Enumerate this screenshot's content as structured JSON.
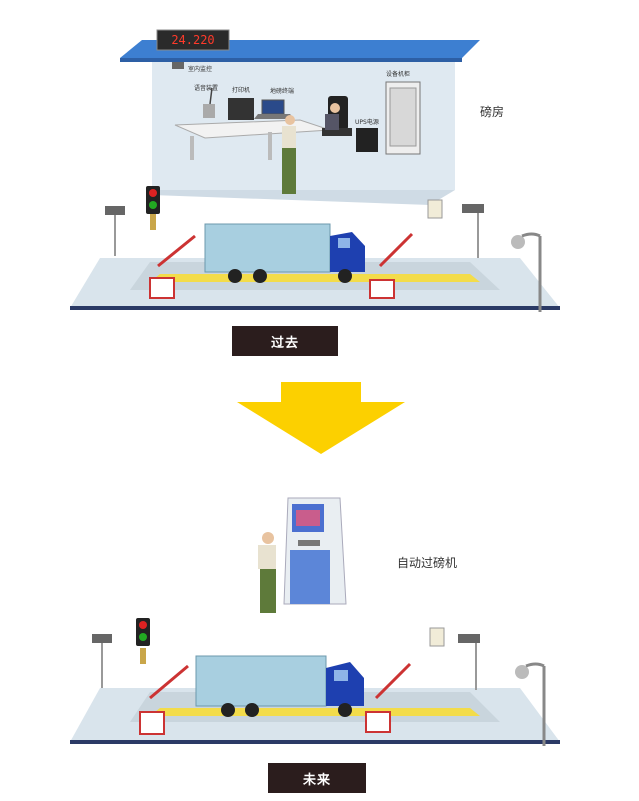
{
  "past": {
    "display_value": "24.220",
    "room_label": "磅房",
    "caption": "过去",
    "equipment": {
      "indoor_monitor": "室内监控",
      "printer": "打印机",
      "voice_device": "语音装置",
      "terminal": "地磅终端",
      "cabinet": "设备机柜",
      "ups": "UPS电源"
    }
  },
  "future": {
    "kiosk_label": "自动过磅机",
    "caption": "未来"
  },
  "colors": {
    "arrow": "#fcd000",
    "caption_bg": "#2b1d1d",
    "roof": "#3d7fd1",
    "truck_cab": "#1e40b0",
    "container": "#a8cfe0"
  }
}
